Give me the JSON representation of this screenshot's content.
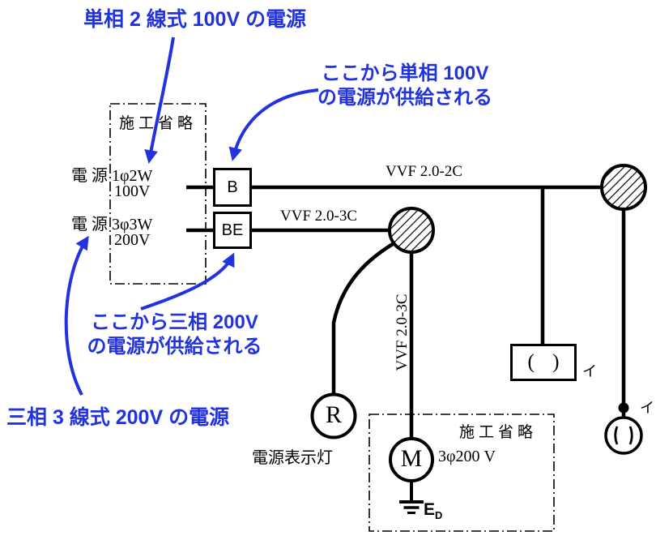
{
  "colors": {
    "annotation_blue": "#2233dd",
    "diagram_black": "#000000",
    "background": "#ffffff"
  },
  "annotations": {
    "single_phase_source": "単相 2 線式 100V の電源",
    "supply_100v_line1": "ここから単相 100V",
    "supply_100v_line2": "の電源が供給される",
    "supply_200v_line1": "ここから三相 200V",
    "supply_200v_line2": "の電源が供給される",
    "three_phase_source": "三相 3 線式 200V の電源"
  },
  "source_panel": {
    "omission_label": "施工省略",
    "source1_name": "電 源 1φ2W",
    "source1_voltage": "100V",
    "source2_name": "電 源 3φ3W",
    "source2_voltage": "200V"
  },
  "breakers": {
    "breaker_label": "B",
    "elb_label": "BE"
  },
  "cables": {
    "branch_100v": "VVF 2.0-2C",
    "branch_200v": "VVF 2.0-3C",
    "motor_drop": "VVF 2.0-3C"
  },
  "devices": {
    "pilot_lamp_letter": "R",
    "pilot_lamp_caption": "電源表示灯",
    "motor_letter": "M",
    "motor_spec": "3φ200 V",
    "motor_panel_label": "施工省略",
    "earth_main": "E",
    "earth_sub": "D",
    "square_fixture_symbol": "( )",
    "circuit_mark_square": "イ",
    "circuit_mark_round": "イ"
  }
}
